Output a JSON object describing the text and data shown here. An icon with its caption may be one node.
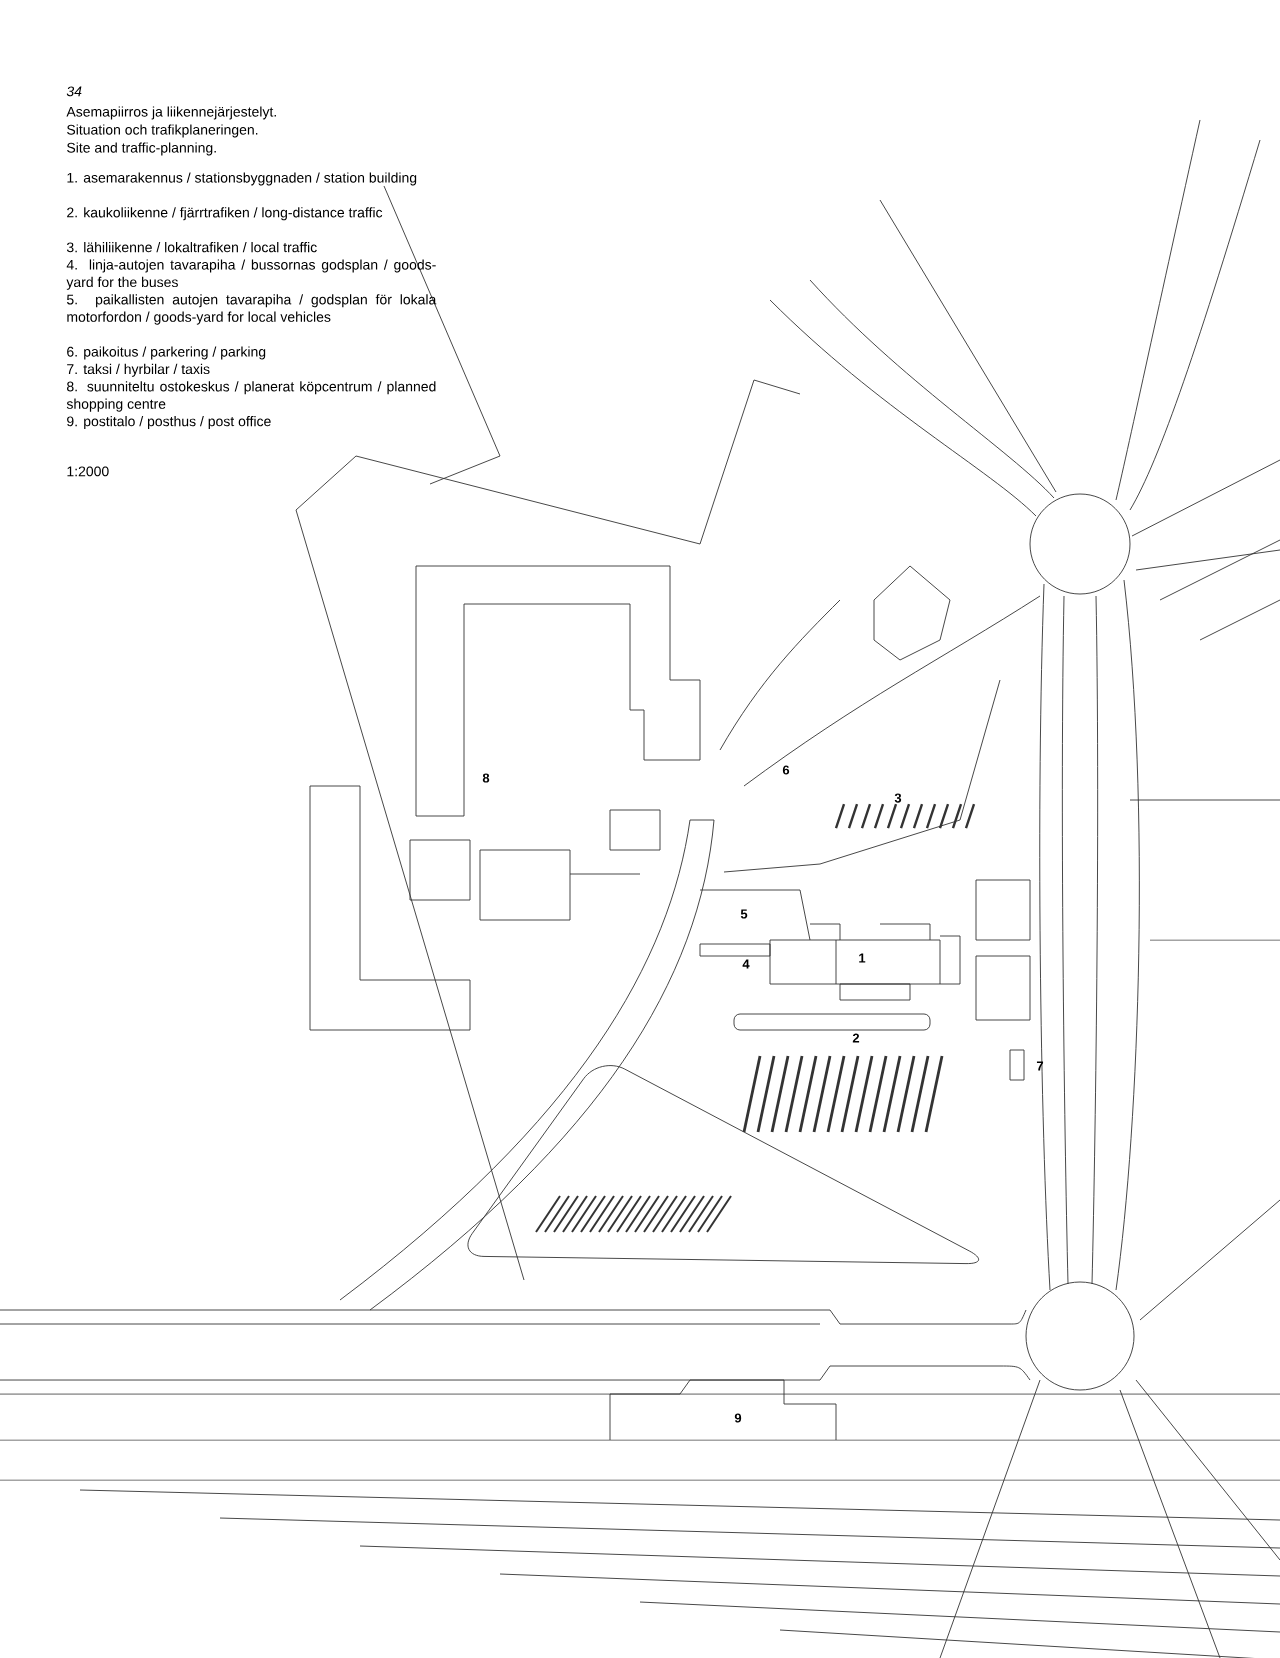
{
  "diagram": {
    "labels": [
      "34",
      "Asemapiirros ja liikennejärjestelyt.",
      "Situation och trafikplaneringen.",
      "Site and traffic-planning.",
      "1. asemarakennus / stationsbyggnaden / station building",
      "2. kaukoliikenne / fjärrtrafiken / long-distance traffic",
      "3. lähiliikenne / lokaltrafiken / local traffic",
      "4. linja-autojen tavarapiha / bussornas godsplan / goods-yard for the buses",
      "5. paikallisten autojen tavarapiha / godsplan för lokala motorfordon / goods-yard for local vehicles",
      "6. paikoitus / parkering / parking",
      "7. taksi / hyrbilar / taxis",
      "8. suunniteltu ostokeskus / planerat köpcentrum / planned shopping centre",
      "9. postitalo / posthus / post office",
      "1:2000",
      "6",
      "8",
      "3",
      "5",
      "1",
      "4",
      "2",
      "7",
      "9"
    ]
  }
}
